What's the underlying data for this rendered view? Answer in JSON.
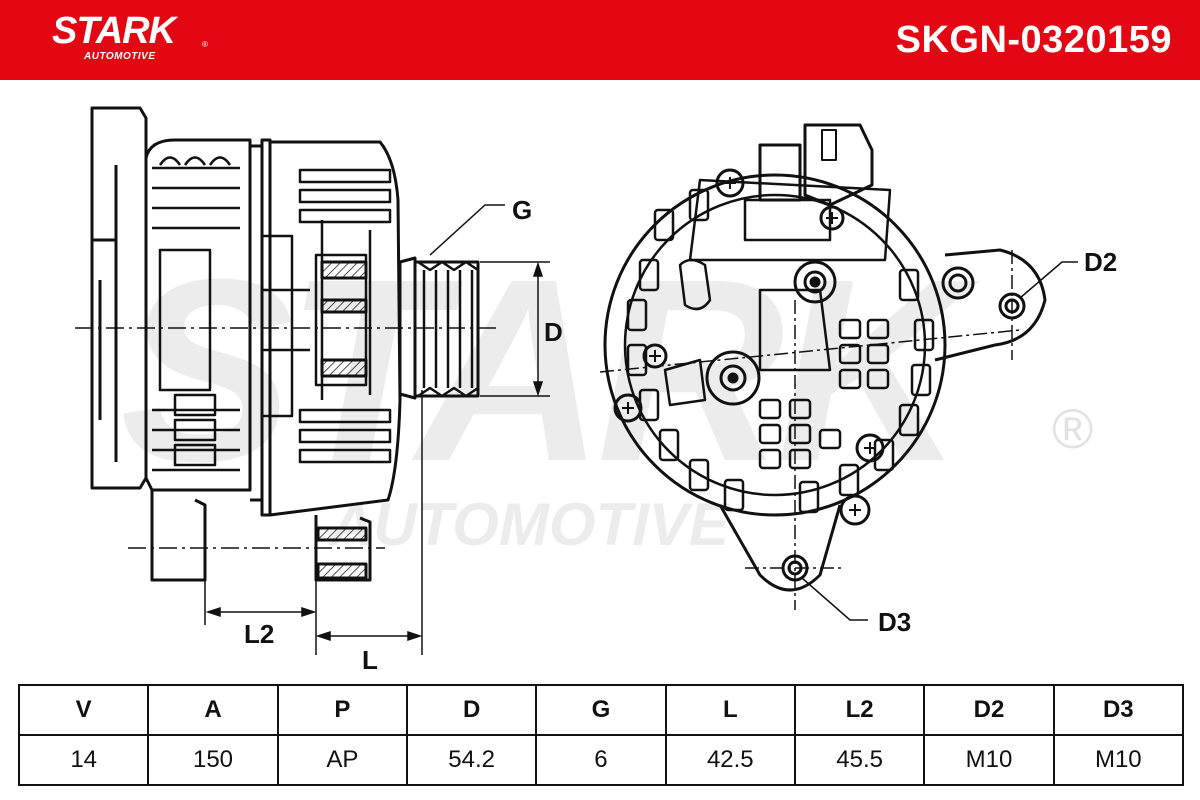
{
  "header": {
    "brand": "STARK",
    "brand_sub": "AUTOMOTIVE",
    "registered_mark": "®",
    "part_number": "SKGN-0320159",
    "background_color": "#e30613"
  },
  "watermark": {
    "text_main": "STARK",
    "text_sub": "AUTOMOTIVE",
    "registered_mark": "®"
  },
  "dimension_labels": {
    "g": "G",
    "d": "D",
    "d2": "D2",
    "d3": "D3",
    "l": "L",
    "l2": "L2"
  },
  "spec_table": {
    "headers": [
      "V",
      "A",
      "P",
      "D",
      "G",
      "L",
      "L2",
      "D2",
      "D3"
    ],
    "values": [
      "14",
      "150",
      "AP",
      "54.2",
      "6",
      "42.5",
      "45.5",
      "M10",
      "M10"
    ]
  }
}
